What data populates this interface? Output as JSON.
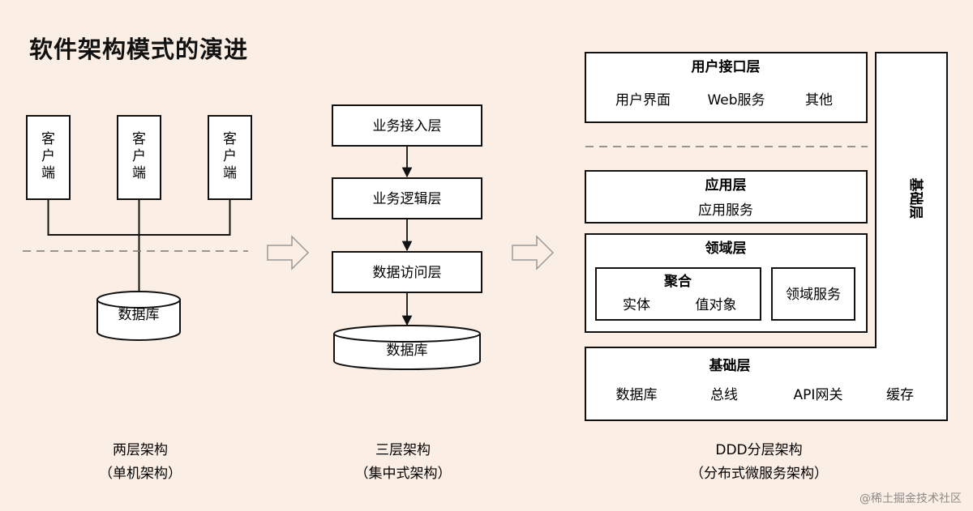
{
  "title": "软件架构模式的演进",
  "two_tier": {
    "clients": [
      {
        "line1": "客",
        "line2": "户",
        "line3": "端"
      },
      {
        "line1": "客",
        "line2": "户",
        "line3": "端"
      },
      {
        "line1": "客",
        "line2": "户",
        "line3": "端"
      }
    ],
    "database": "数据库",
    "caption_line1": "两层架构",
    "caption_line2": "（单机架构）"
  },
  "three_tier": {
    "layers": [
      "业务接入层",
      "业务逻辑层",
      "数据访问层"
    ],
    "database": "数据库",
    "caption_line1": "三层架构",
    "caption_line2": "（集中式架构）"
  },
  "ddd": {
    "user_interface": {
      "title": "用户接口层",
      "items": [
        "用户界面",
        "Web服务",
        "其他"
      ]
    },
    "application": {
      "title": "应用层",
      "item": "应用服务"
    },
    "domain": {
      "title": "领域层",
      "aggregate_title": "聚合",
      "aggregate_items": [
        "实体",
        "值对象"
      ],
      "service": "领域服务"
    },
    "infrastructure": {
      "title": "基础层",
      "items": [
        "数据库",
        "总线",
        "API网关",
        "缓存"
      ]
    },
    "vertical_label": "基础层",
    "caption_line1": "DDD分层架构",
    "caption_line2": "（分布式微服务架构）"
  },
  "watermark": "@稀土掘金技术社区"
}
